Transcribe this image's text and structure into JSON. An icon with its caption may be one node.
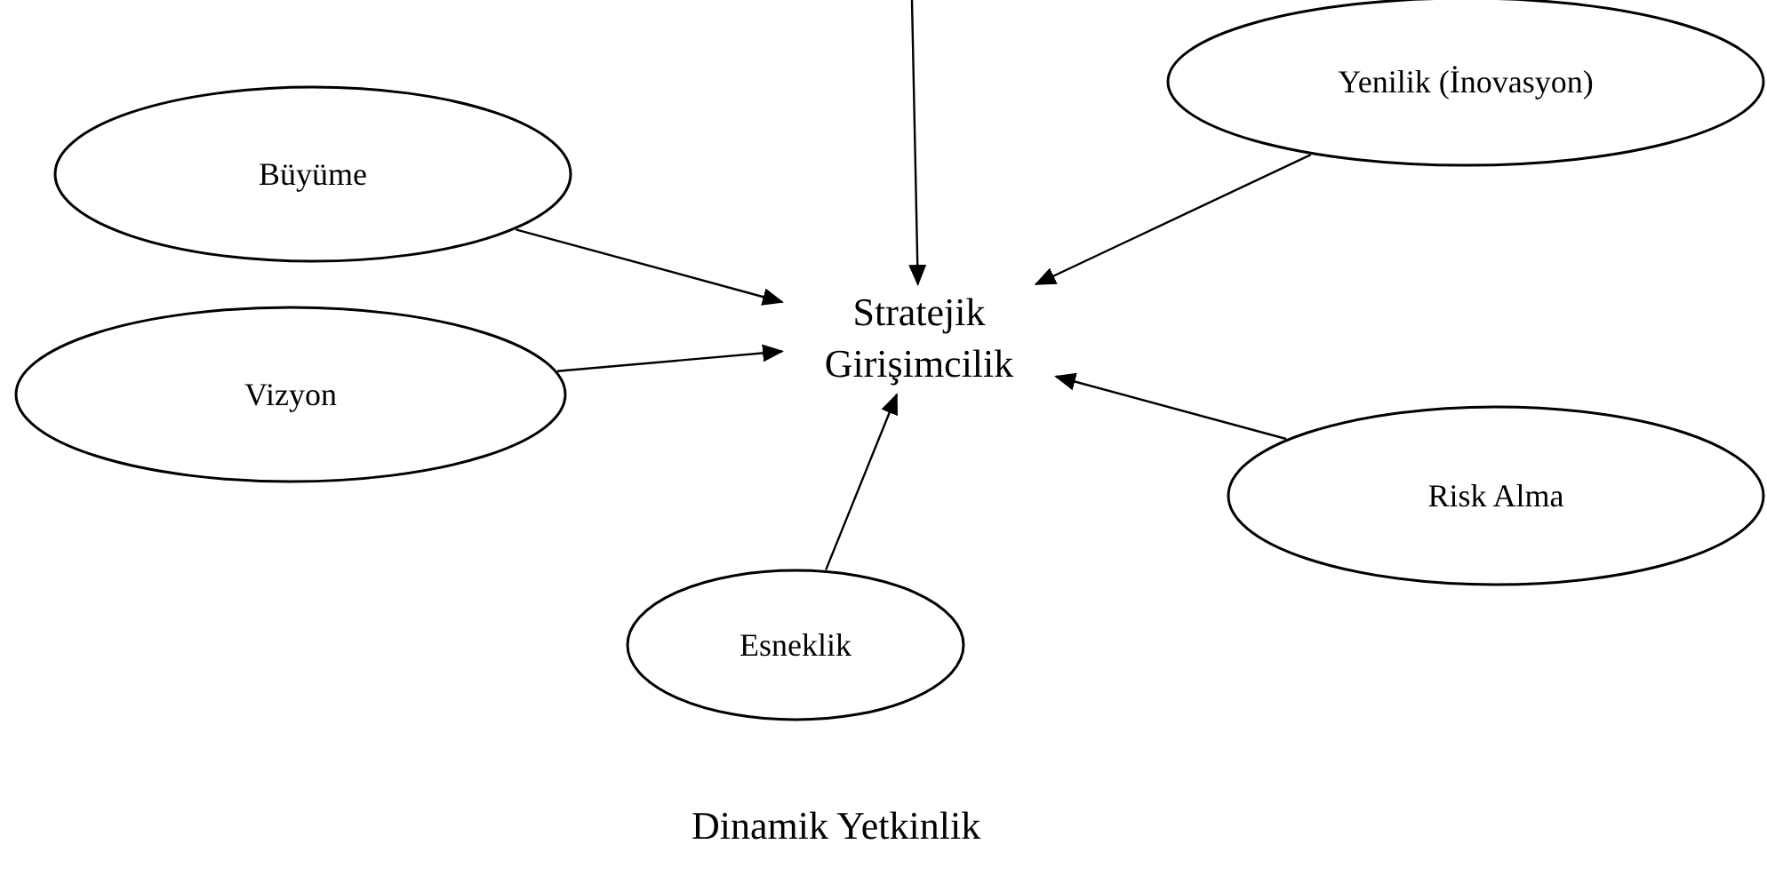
{
  "diagram": {
    "nodes": [
      {
        "text": [
          "Büyüme"
        ]
      },
      {
        "text": [
          "Yenilik (İnovasyon)"
        ]
      },
      {
        "text": [
          "Stratejik Girişimcilik"
        ]
      },
      {
        "text": [
          "Vizyon"
        ]
      },
      {
        "text": [
          "Risk Alma"
        ]
      },
      {
        "text": [
          "Esneklik"
        ]
      }
    ],
    "edges": [
      {
        "from": null,
        "to": 2,
        "arrow": "to"
      },
      {
        "from": 0,
        "to": 2,
        "arrow": "to"
      },
      {
        "from": 1,
        "to": 2,
        "arrow": "to"
      },
      {
        "from": 3,
        "to": 2,
        "arrow": "to"
      },
      {
        "from": 4,
        "to": 2,
        "arrow": "to"
      },
      {
        "from": 5,
        "to": 2,
        "arrow": "to"
      }
    ],
    "labels": [
      "Dinamik Yetkinlik"
    ]
  }
}
